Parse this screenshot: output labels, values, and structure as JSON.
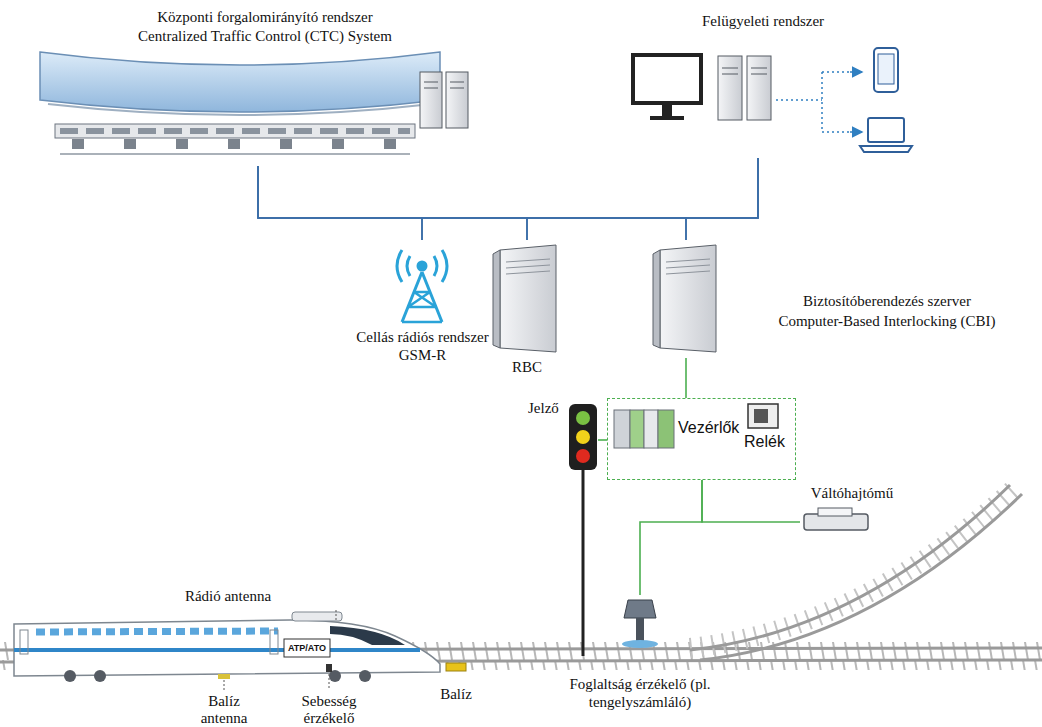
{
  "diagram": {
    "nodes": [
      {
        "text": [
          "Központi forgalomirányító rendszer",
          "Centralized Traffic Control (CTC) System"
        ]
      },
      {
        "text": [
          "Felügyeleti rendszer"
        ]
      },
      {
        "text": [
          "Cellás rádiós rendszer",
          "GSM-R"
        ]
      },
      {
        "text": [
          "RBC"
        ]
      },
      {
        "text": [
          "Biztosítóberendezés szerver",
          "Computer-Based Interlocking (CBI)"
        ]
      },
      {
        "text": [
          "Vezérlők",
          "Relék"
        ]
      },
      {
        "text": [
          "Jelző"
        ]
      },
      {
        "text": [
          "Váltóhajtómű"
        ]
      },
      {
        "text": [
          "Foglaltság érzékelő (pl. tengelyszámláló)"
        ]
      }
    ],
    "edges": [
      {
        "from": 0,
        "to": 2,
        "arrow": "none"
      },
      {
        "from": 0,
        "to": 3,
        "arrow": "none"
      },
      {
        "from": 0,
        "to": 4,
        "arrow": "none"
      },
      {
        "from": 1,
        "to": 2,
        "arrow": "none"
      },
      {
        "from": 1,
        "to": 3,
        "arrow": "none"
      },
      {
        "from": 1,
        "to": 4,
        "arrow": "none"
      },
      {
        "from": 4,
        "to": 5,
        "arrow": "none"
      },
      {
        "from": 5,
        "to": 6,
        "arrow": "none"
      },
      {
        "from": 5,
        "to": 8,
        "arrow": "none"
      },
      {
        "from": 5,
        "to": 7,
        "arrow": "none"
      }
    ],
    "labels": [
      "Rádió antenna",
      "ATP/ATO",
      "Balíz antenna",
      "Sebesség érzékelő",
      "Balíz"
    ]
  }
}
